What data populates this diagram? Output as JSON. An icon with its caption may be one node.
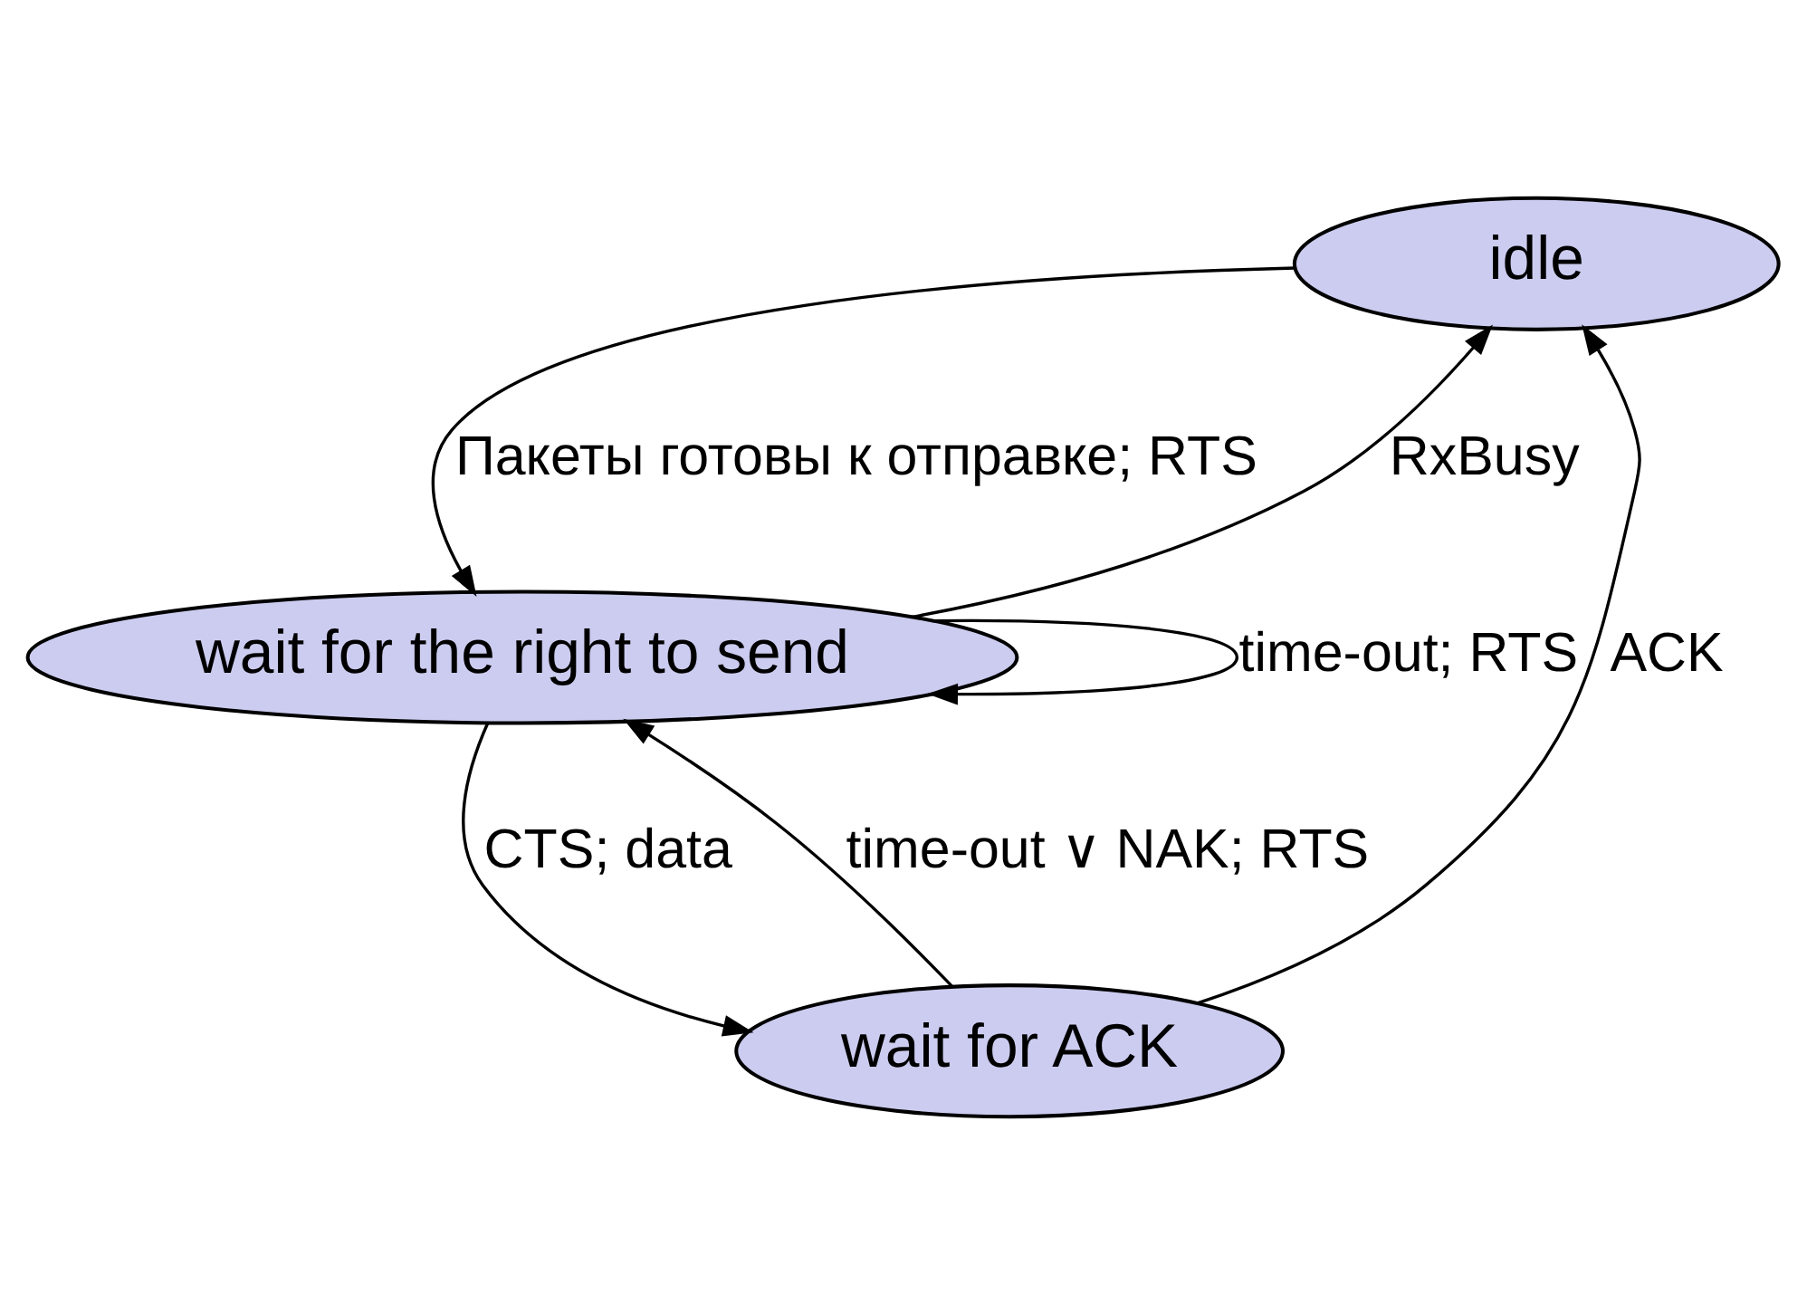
{
  "diagram": {
    "nodes": [
      {
        "text": [
          "idle"
        ]
      },
      {
        "text": [
          "wait for the right to send"
        ]
      },
      {
        "text": [
          "wait for ACK"
        ]
      }
    ],
    "edges": [
      {
        "from": 0,
        "to": 1,
        "arrow": "to",
        "label": "Пакеты готовы к отправке; RTS"
      },
      {
        "from": 1,
        "to": 0,
        "arrow": "to",
        "label": "RxBusy"
      },
      {
        "from": 1,
        "to": 1,
        "arrow": "to",
        "label": "time-out; RTS"
      },
      {
        "from": 1,
        "to": 2,
        "arrow": "to",
        "label": "CTS; data"
      },
      {
        "from": 2,
        "to": 1,
        "arrow": "to",
        "label": "time-out ∨ NAK; RTS"
      },
      {
        "from": 2,
        "to": 0,
        "arrow": "to",
        "label": "ACK"
      }
    ]
  }
}
